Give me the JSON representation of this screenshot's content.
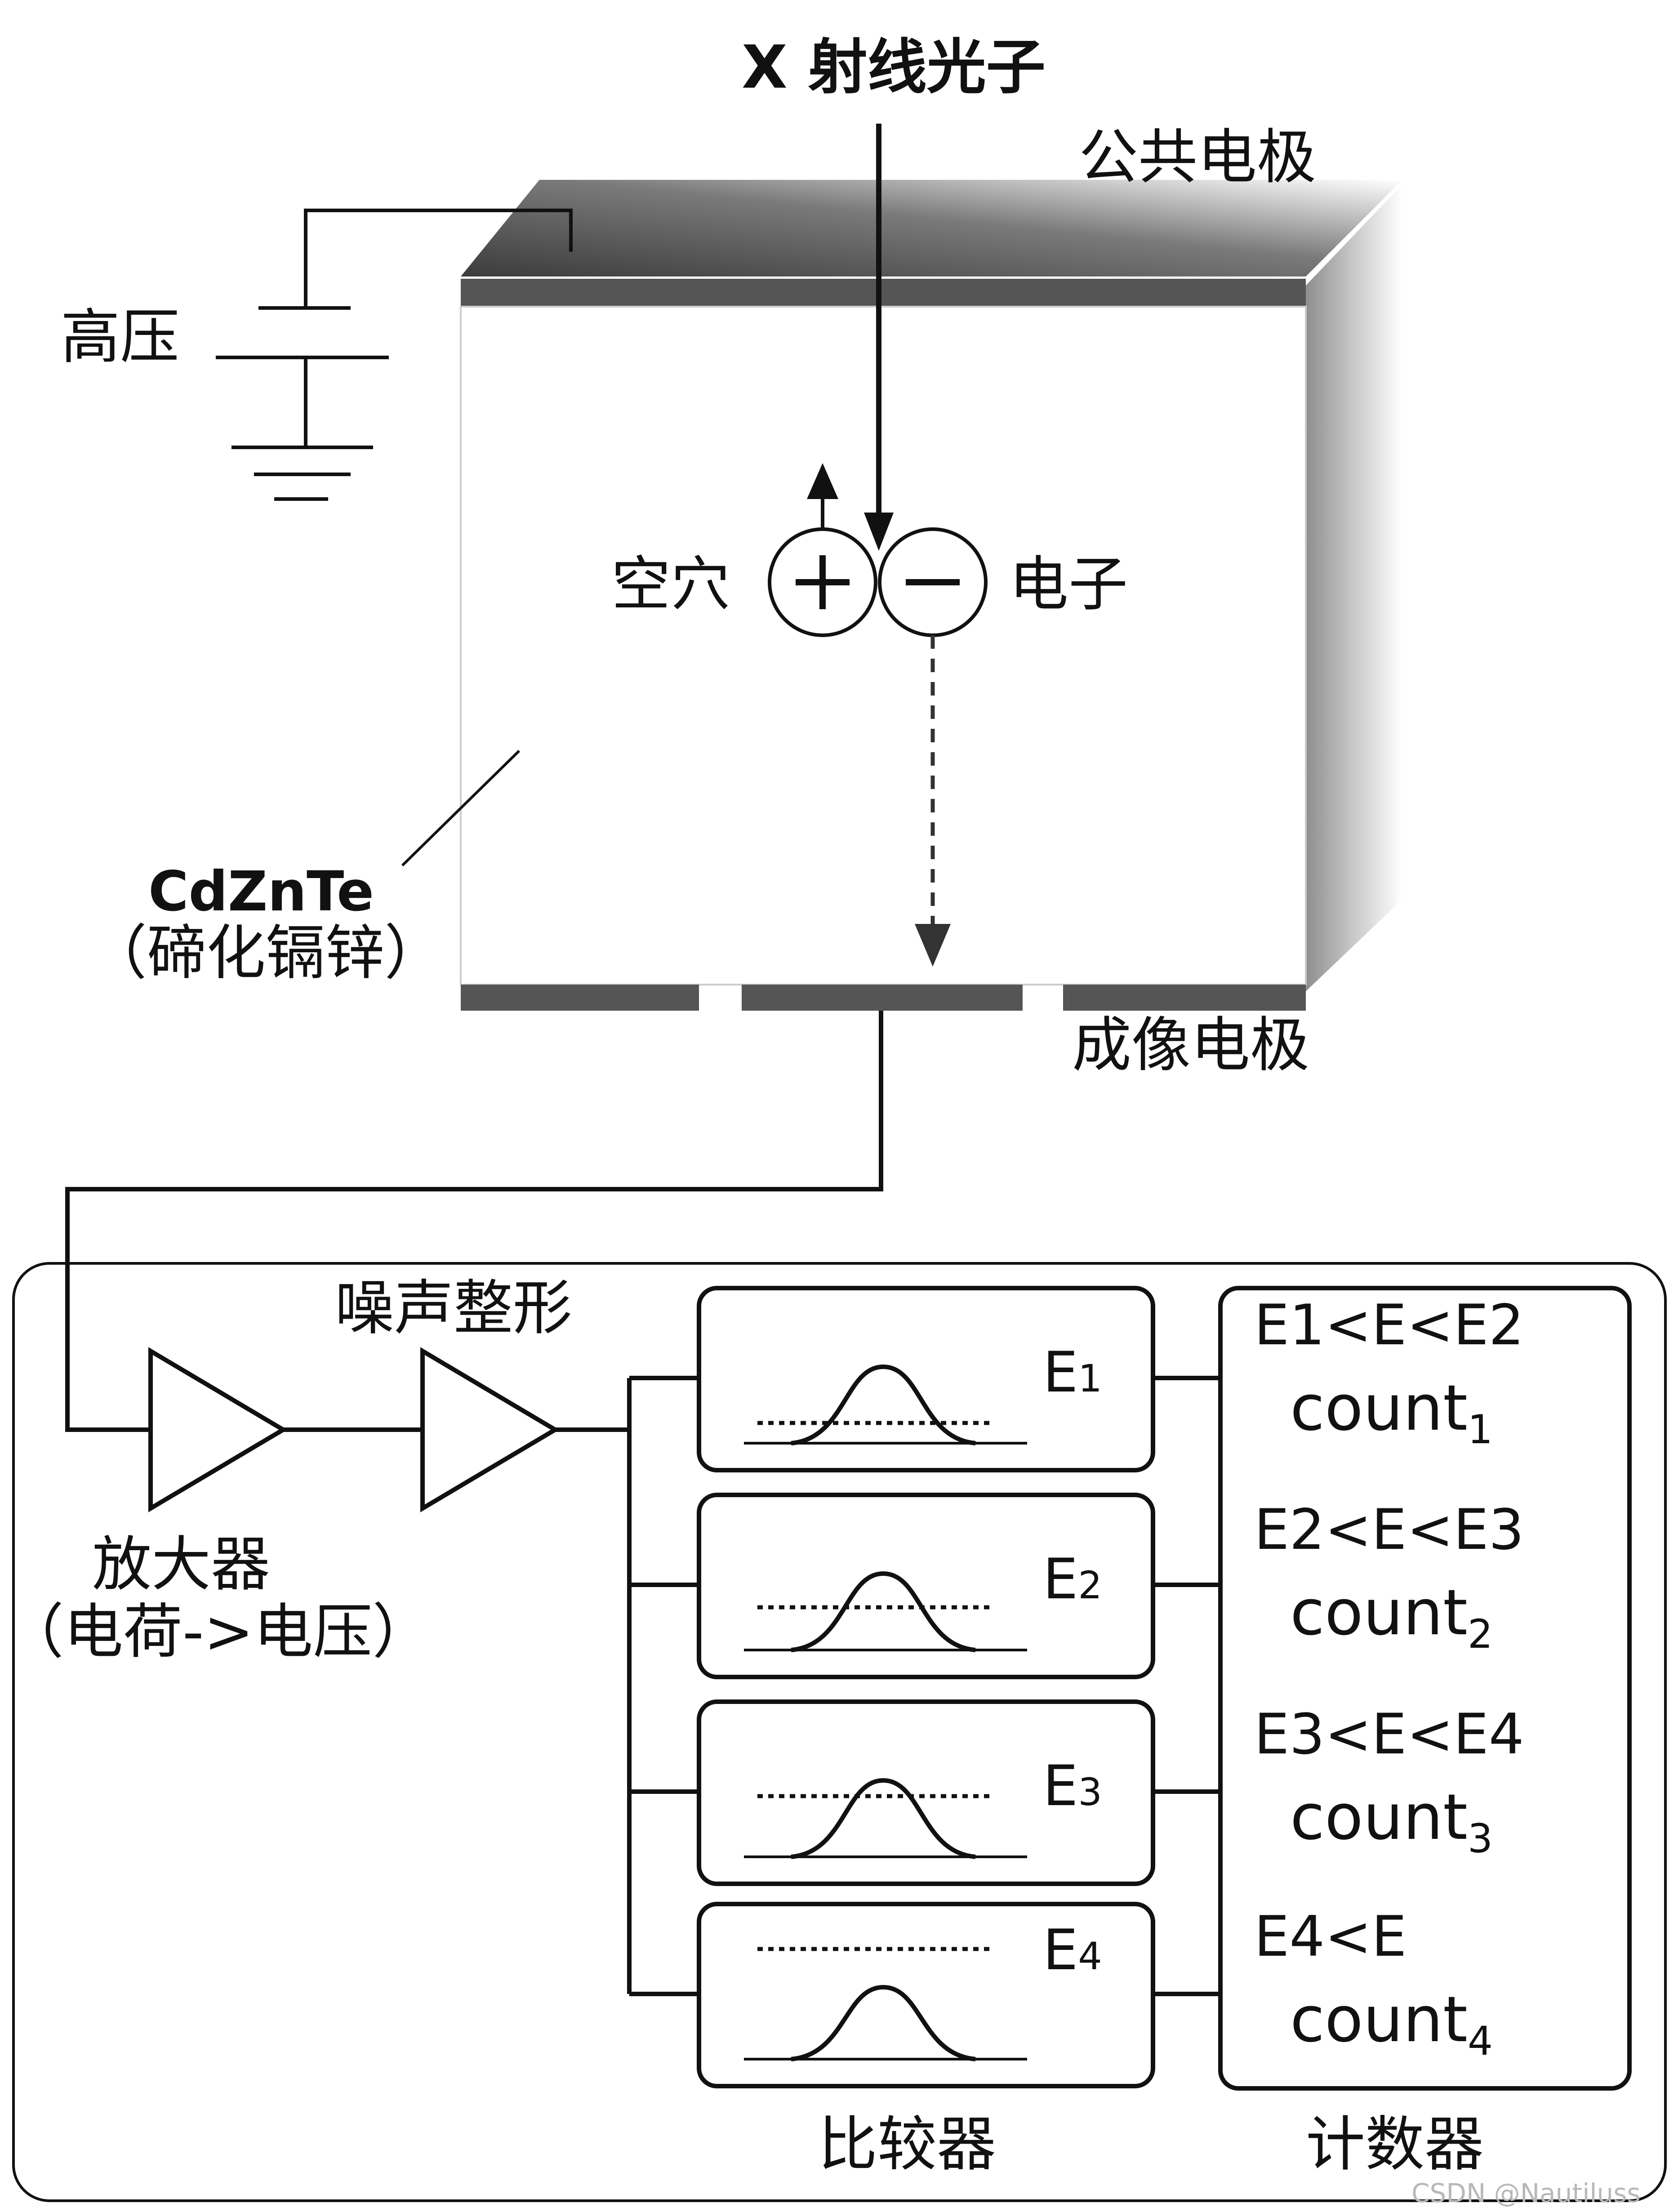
{
  "detector": {
    "xray_label": "X 射线光子",
    "common_electrode_label": "公共电极",
    "high_voltage_label": "高压",
    "hole_label": "空穴",
    "electron_label": "电子",
    "hole_symbol": "+",
    "electron_symbol": "−",
    "material_name": "CdZnTe",
    "material_cn": "（碲化镉锌）",
    "imaging_electrode_label": "成像电极"
  },
  "readout": {
    "noise_shaping_label": "噪声整形",
    "amplifier_label": "放大器",
    "amplifier_sub_label": "（电荷->电压）",
    "comparators_label": "比较器",
    "counters_label": "计数器",
    "comparators": [
      {
        "threshold": "E",
        "sub": "1"
      },
      {
        "threshold": "E",
        "sub": "2"
      },
      {
        "threshold": "E",
        "sub": "3"
      },
      {
        "threshold": "E",
        "sub": "4"
      }
    ],
    "counters": [
      {
        "range": "E1<E<E2",
        "count": "count",
        "sub": "1"
      },
      {
        "range": "E2<E<E3",
        "count": "count",
        "sub": "2"
      },
      {
        "range": "E3<E<E4",
        "count": "count",
        "sub": "3"
      },
      {
        "range": "E4<E",
        "count": "count",
        "sub": "4"
      }
    ]
  },
  "watermark": "CSDN @Nautiluss",
  "colors": {
    "electrode": "#555555",
    "outline": "#1a1a1a",
    "shadow": "#8a8a8a"
  }
}
